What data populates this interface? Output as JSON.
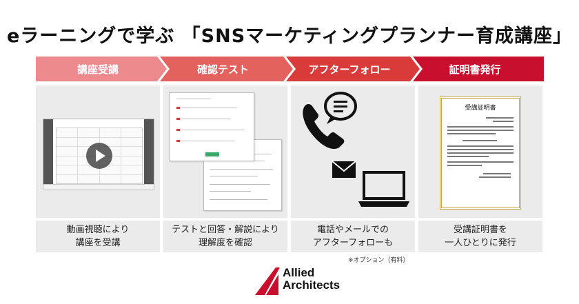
{
  "title": "eラーニングで学ぶ 「SNSマーケティングプランナー育成講座」",
  "steps": [
    {
      "label": "講座受講",
      "color": "#ec8a8e"
    },
    {
      "label": "確認テスト",
      "color": "#e4625e"
    },
    {
      "label": "アフターフォロー",
      "color": "#d93a3a"
    },
    {
      "label": "証明書発行",
      "color": "#c8102e"
    }
  ],
  "captions": [
    {
      "line1": "動画視聴により",
      "line2": "講座を受講"
    },
    {
      "line1": "テストと回答・解説により",
      "line2": "理解度を確認"
    },
    {
      "line1": "電話やメールでの",
      "line2": "アフターフォローも"
    },
    {
      "line1": "受講証明書を",
      "line2": "一人ひとりに発行"
    }
  ],
  "note": "※オプション（有料）",
  "certificate": {
    "title": "受講証明書"
  },
  "logo": {
    "line1": "Allied",
    "line2": "Architects",
    "color": "#c8102e"
  },
  "icons": {
    "phone": "phone-icon",
    "chat": "chat-bubble-icon",
    "mail": "mail-icon",
    "laptop": "laptop-icon",
    "play": "play-icon"
  }
}
